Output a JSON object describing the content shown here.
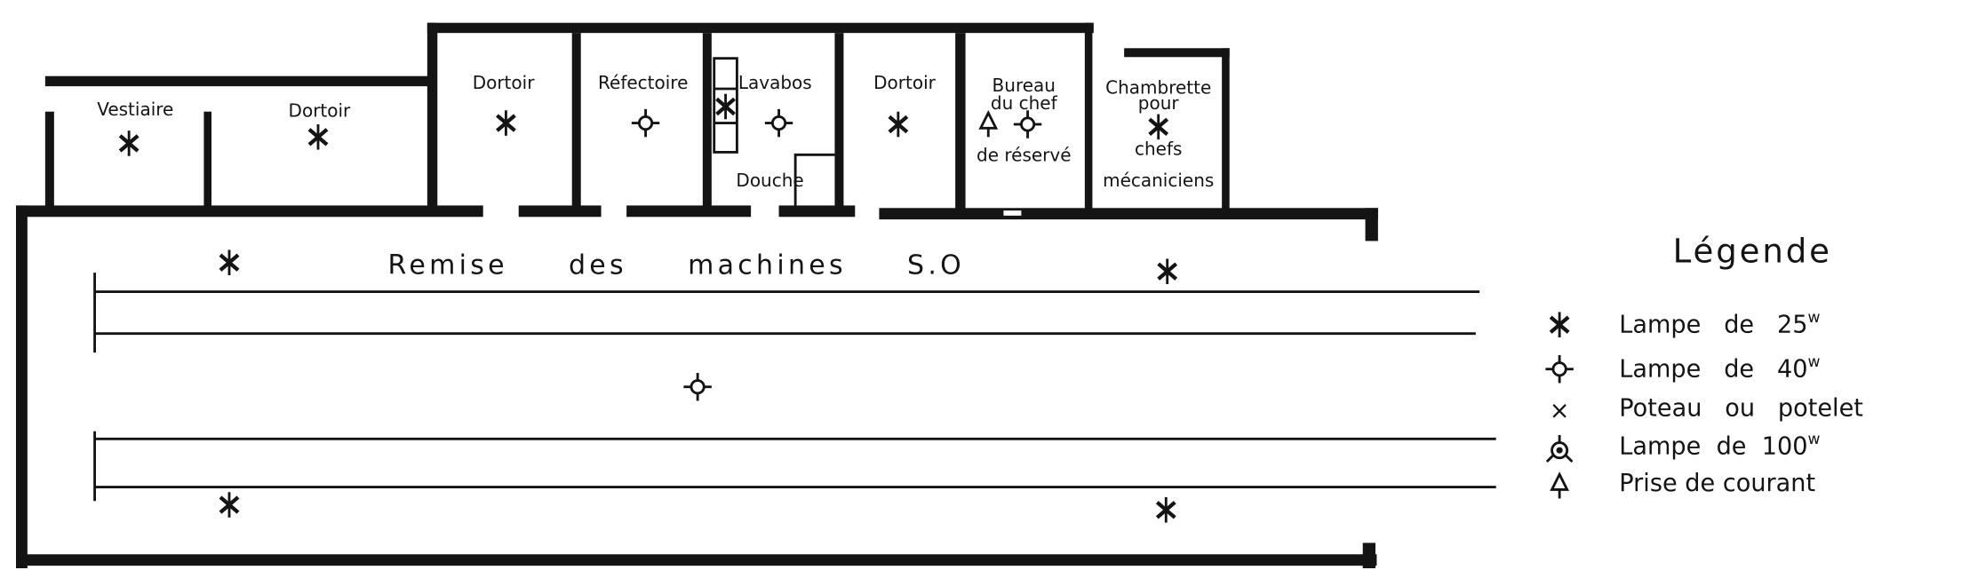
{
  "plan": {
    "title": "Remise des machines S.O",
    "rooms": {
      "vestiaire": "Vestiaire",
      "dortoir1": "Dortoir",
      "dortoir2": "Dortoir",
      "refectoire": "Réfectoire",
      "lavabos": "Lavabos",
      "douche": "Douche",
      "dortoir3": "Dortoir",
      "bureau_l1": "Bureau",
      "bureau_l2": "du chef",
      "bureau_l3": "de réservé",
      "chambrette_l1": "Chambrette",
      "chambrette_l2": "pour",
      "chambrette_l3": "chefs",
      "chambrette_l4": "mécaniciens"
    }
  },
  "legend": {
    "title": "Légende",
    "items": [
      {
        "symbol": "lamp-25w-icon",
        "text": "Lampe   de   25",
        "sup": "w"
      },
      {
        "symbol": "lamp-40w-icon",
        "text": "Lampe   de   40",
        "sup": "w"
      },
      {
        "symbol": "post-icon",
        "text": "Poteau   ou   potelet",
        "sup": ""
      },
      {
        "symbol": "lamp-100w-icon",
        "text": "Lampe  de  100",
        "sup": "w"
      },
      {
        "symbol": "power-outlet-icon",
        "text": "Prise de courant",
        "sup": ""
      }
    ]
  }
}
